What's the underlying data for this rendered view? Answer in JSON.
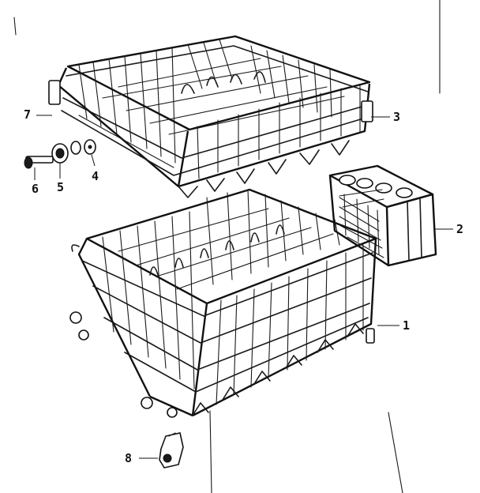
{
  "parts": [
    {
      "number": "1",
      "name": "lower-rack"
    },
    {
      "number": "2",
      "name": "silverware-basket"
    },
    {
      "number": "3",
      "name": "upper-rack"
    },
    {
      "number": "4",
      "name": "washer"
    },
    {
      "number": "5",
      "name": "roller-wheel"
    },
    {
      "number": "6",
      "name": "stud"
    },
    {
      "number": "7",
      "name": "upper-rack-side-rail"
    },
    {
      "number": "8",
      "name": "lower-rack-roller"
    }
  ],
  "colors": {
    "ink": "#1a1a1a",
    "paper": "#ffffff"
  }
}
